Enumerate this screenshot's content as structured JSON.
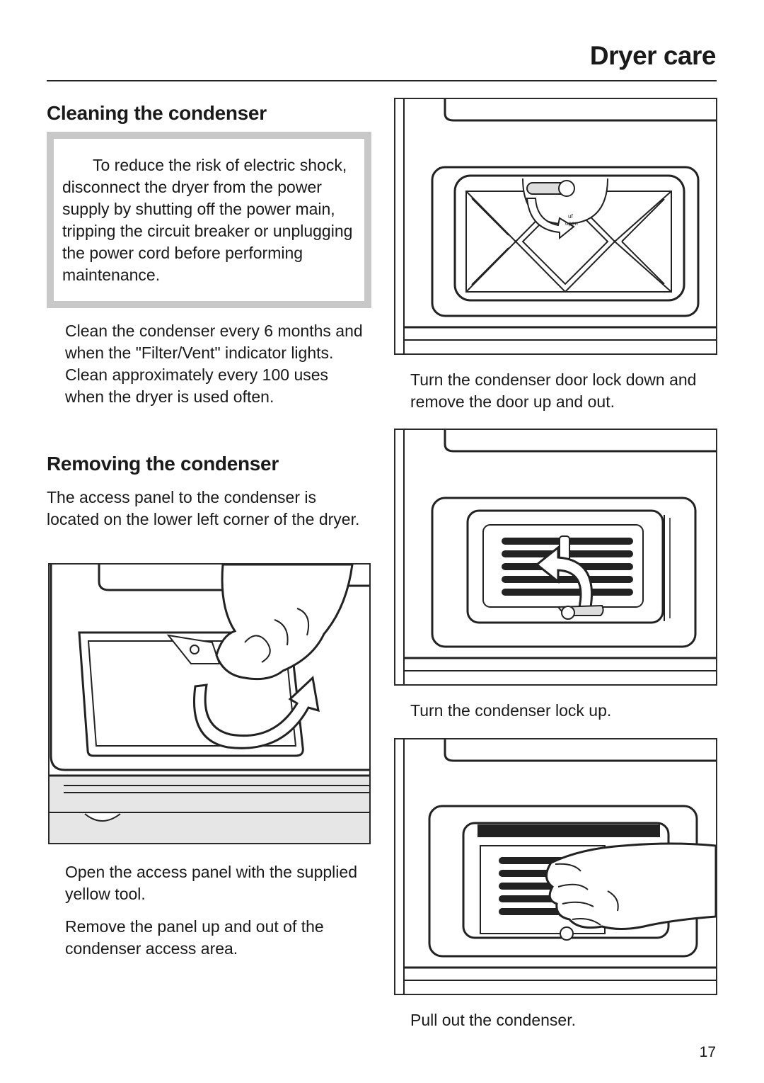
{
  "header": {
    "title": "Dryer care"
  },
  "section_cleaning": {
    "heading": "Cleaning the condenser",
    "warning": "To reduce the risk of electric shock, disconnect the dryer from the power supply by shutting off the power main, tripping the circuit breaker or unplugging the power cord before performing maintenance.",
    "instruction": "Clean the condenser every 6 months and when the \"Filter/Vent\" indicator lights. Clean approximately every 100 uses when the dryer is used often."
  },
  "section_removing": {
    "heading": "Removing the condenser",
    "intro": "The access panel to the condenser is located on the lower left corner of the dryer.",
    "step_open": "Open the access panel with the supplied yellow tool.",
    "step_remove": "Remove the panel up and out of the condenser access area."
  },
  "figures": {
    "door_caption": "Turn the condenser door lock down and remove the door up and out.",
    "door_lock_label_1": "uf",
    "door_lock_label_2": "open",
    "lock_caption": "Turn the condenser lock up.",
    "pull_caption": "Pull out the condenser."
  },
  "footer": {
    "page_number": "17"
  }
}
